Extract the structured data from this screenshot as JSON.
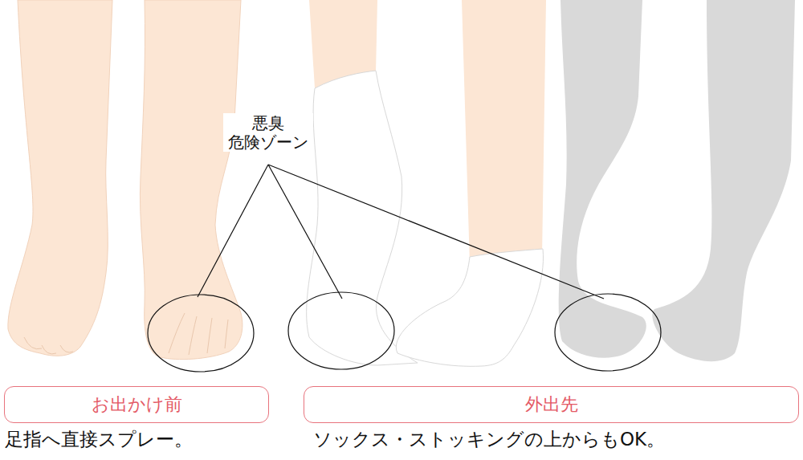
{
  "diagram": {
    "nodes": [
      {
        "text": [
          "お出かけ前"
        ]
      },
      {
        "text": [
          "外出先"
        ]
      }
    ],
    "labels": [
      "悪臭 危険ゾーン",
      "足指へ直接スプレー。",
      "ソックス・ストッキングの上からもOK。"
    ]
  }
}
